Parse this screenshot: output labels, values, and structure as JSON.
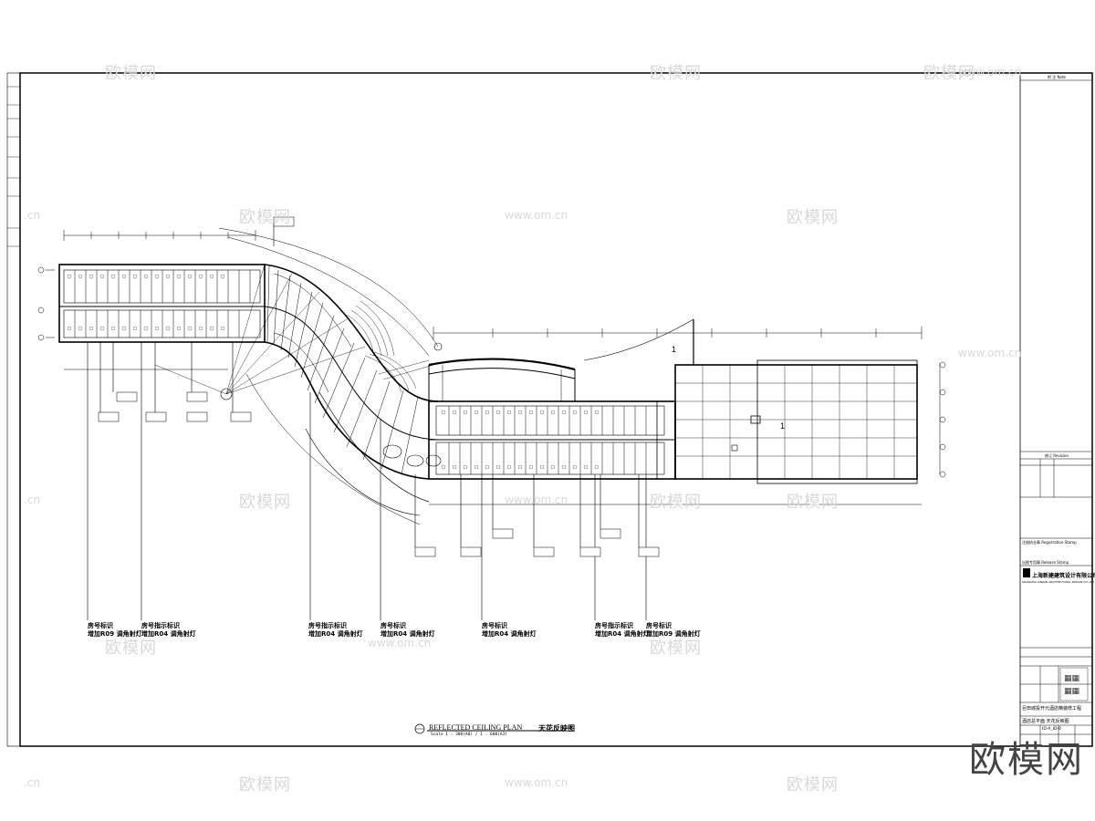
{
  "watermarks": {
    "brand": "欧模网",
    "url": "www.om.cn",
    "url_short": ".cn"
  },
  "drawing": {
    "title_en": "REFLECTED CEILING PLAN",
    "title_cn": "天花反映图",
    "scale": "Scale 1 : 300(A0) / 1 : 600(A3)",
    "room_numbers": [
      "1",
      "1"
    ]
  },
  "annotations": [
    {
      "line1": "房号标识",
      "line2": "增加R09 调角射灯"
    },
    {
      "line1": "房号指示标识",
      "line2": "增加R04 调角射灯"
    },
    {
      "line1": "房号指示标识",
      "line2": "增加R04 调角射灯"
    },
    {
      "line1": "房号标识",
      "line2": "增加R04 调角射灯"
    },
    {
      "line1": "房号标识",
      "line2": "增加R04 调角射灯"
    },
    {
      "line1": "房号指示标识",
      "line2": "增加R04 调角射灯"
    },
    {
      "line1": "房号标识",
      "line2": "增加R09 调角射灯"
    }
  ],
  "title_block": {
    "notes_label": "附 注 Note",
    "revision_label": "修订 Revision",
    "registration_label": "注册执业章 Registration Stamp",
    "reference_label": "出图专用章 Release Stamp",
    "company": "上海新建建筑设计有限公司",
    "company_en": "SHANGHAI XINJIAN ARCHITECTURAL DESIGN CO.,LTD",
    "project": "巨田城投开元酒店精装修工程",
    "drawing_name": "酒店总平面 天花反映图",
    "drawing_no": "ID-A_ID-0"
  },
  "logo": "欧模网"
}
